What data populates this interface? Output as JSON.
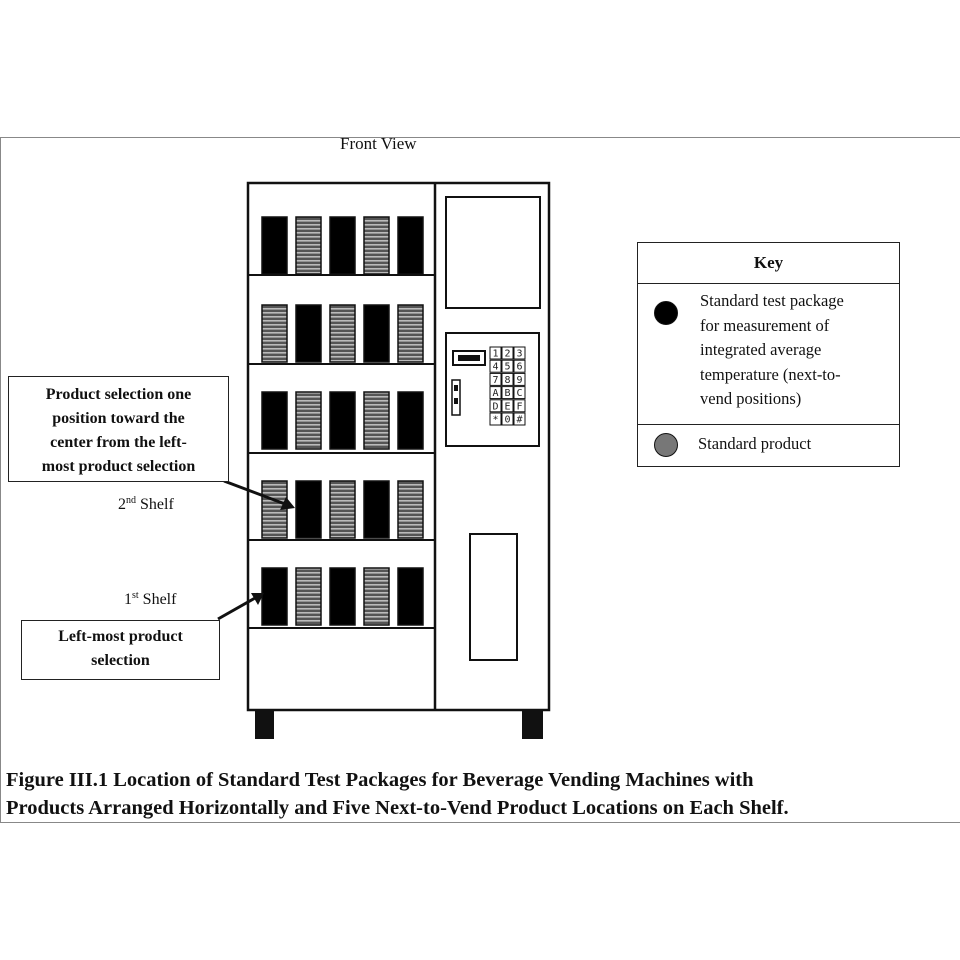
{
  "front_view_label": "Front View",
  "callouts": {
    "second_from_left": [
      "Product selection one",
      "position toward the",
      "center from the left-",
      "most product selection"
    ],
    "left_most": [
      "Left-most product",
      "selection"
    ]
  },
  "shelves": {
    "second": {
      "ordinal": "2",
      "suffix": "nd",
      "word": "Shelf"
    },
    "first": {
      "ordinal": "1",
      "suffix": "st",
      "word": "Shelf"
    }
  },
  "key": {
    "title": "Key",
    "items": [
      {
        "icon": "black-circle-icon",
        "lines": [
          "Standard test package",
          "for measurement of",
          "integrated average",
          "temperature (next-to-",
          "vend positions)"
        ]
      },
      {
        "icon": "gray-circle-icon",
        "lines": [
          "Standard product"
        ]
      }
    ]
  },
  "keypad": [
    "1",
    "2",
    "3",
    "4",
    "5",
    "6",
    "7",
    "8",
    "9",
    "A",
    "B",
    "C",
    "D",
    "E",
    "F",
    "*",
    "0",
    "#"
  ],
  "shelf_patterns": [
    [
      "black",
      "gray",
      "black",
      "gray",
      "black"
    ],
    [
      "gray",
      "black",
      "gray",
      "black",
      "gray"
    ],
    [
      "black",
      "gray",
      "black",
      "gray",
      "black"
    ],
    [
      "gray",
      "black",
      "gray",
      "black",
      "gray"
    ],
    [
      "black",
      "gray",
      "black",
      "gray",
      "black"
    ]
  ],
  "colors": {
    "test_package": "#000000",
    "standard_product": "#777777"
  },
  "caption": [
    "Figure III.1 Location of Standard Test Packages for Beverage Vending Machines with",
    "Products Arranged Horizontally and Five Next-to-Vend Product Locations on Each Shelf."
  ]
}
